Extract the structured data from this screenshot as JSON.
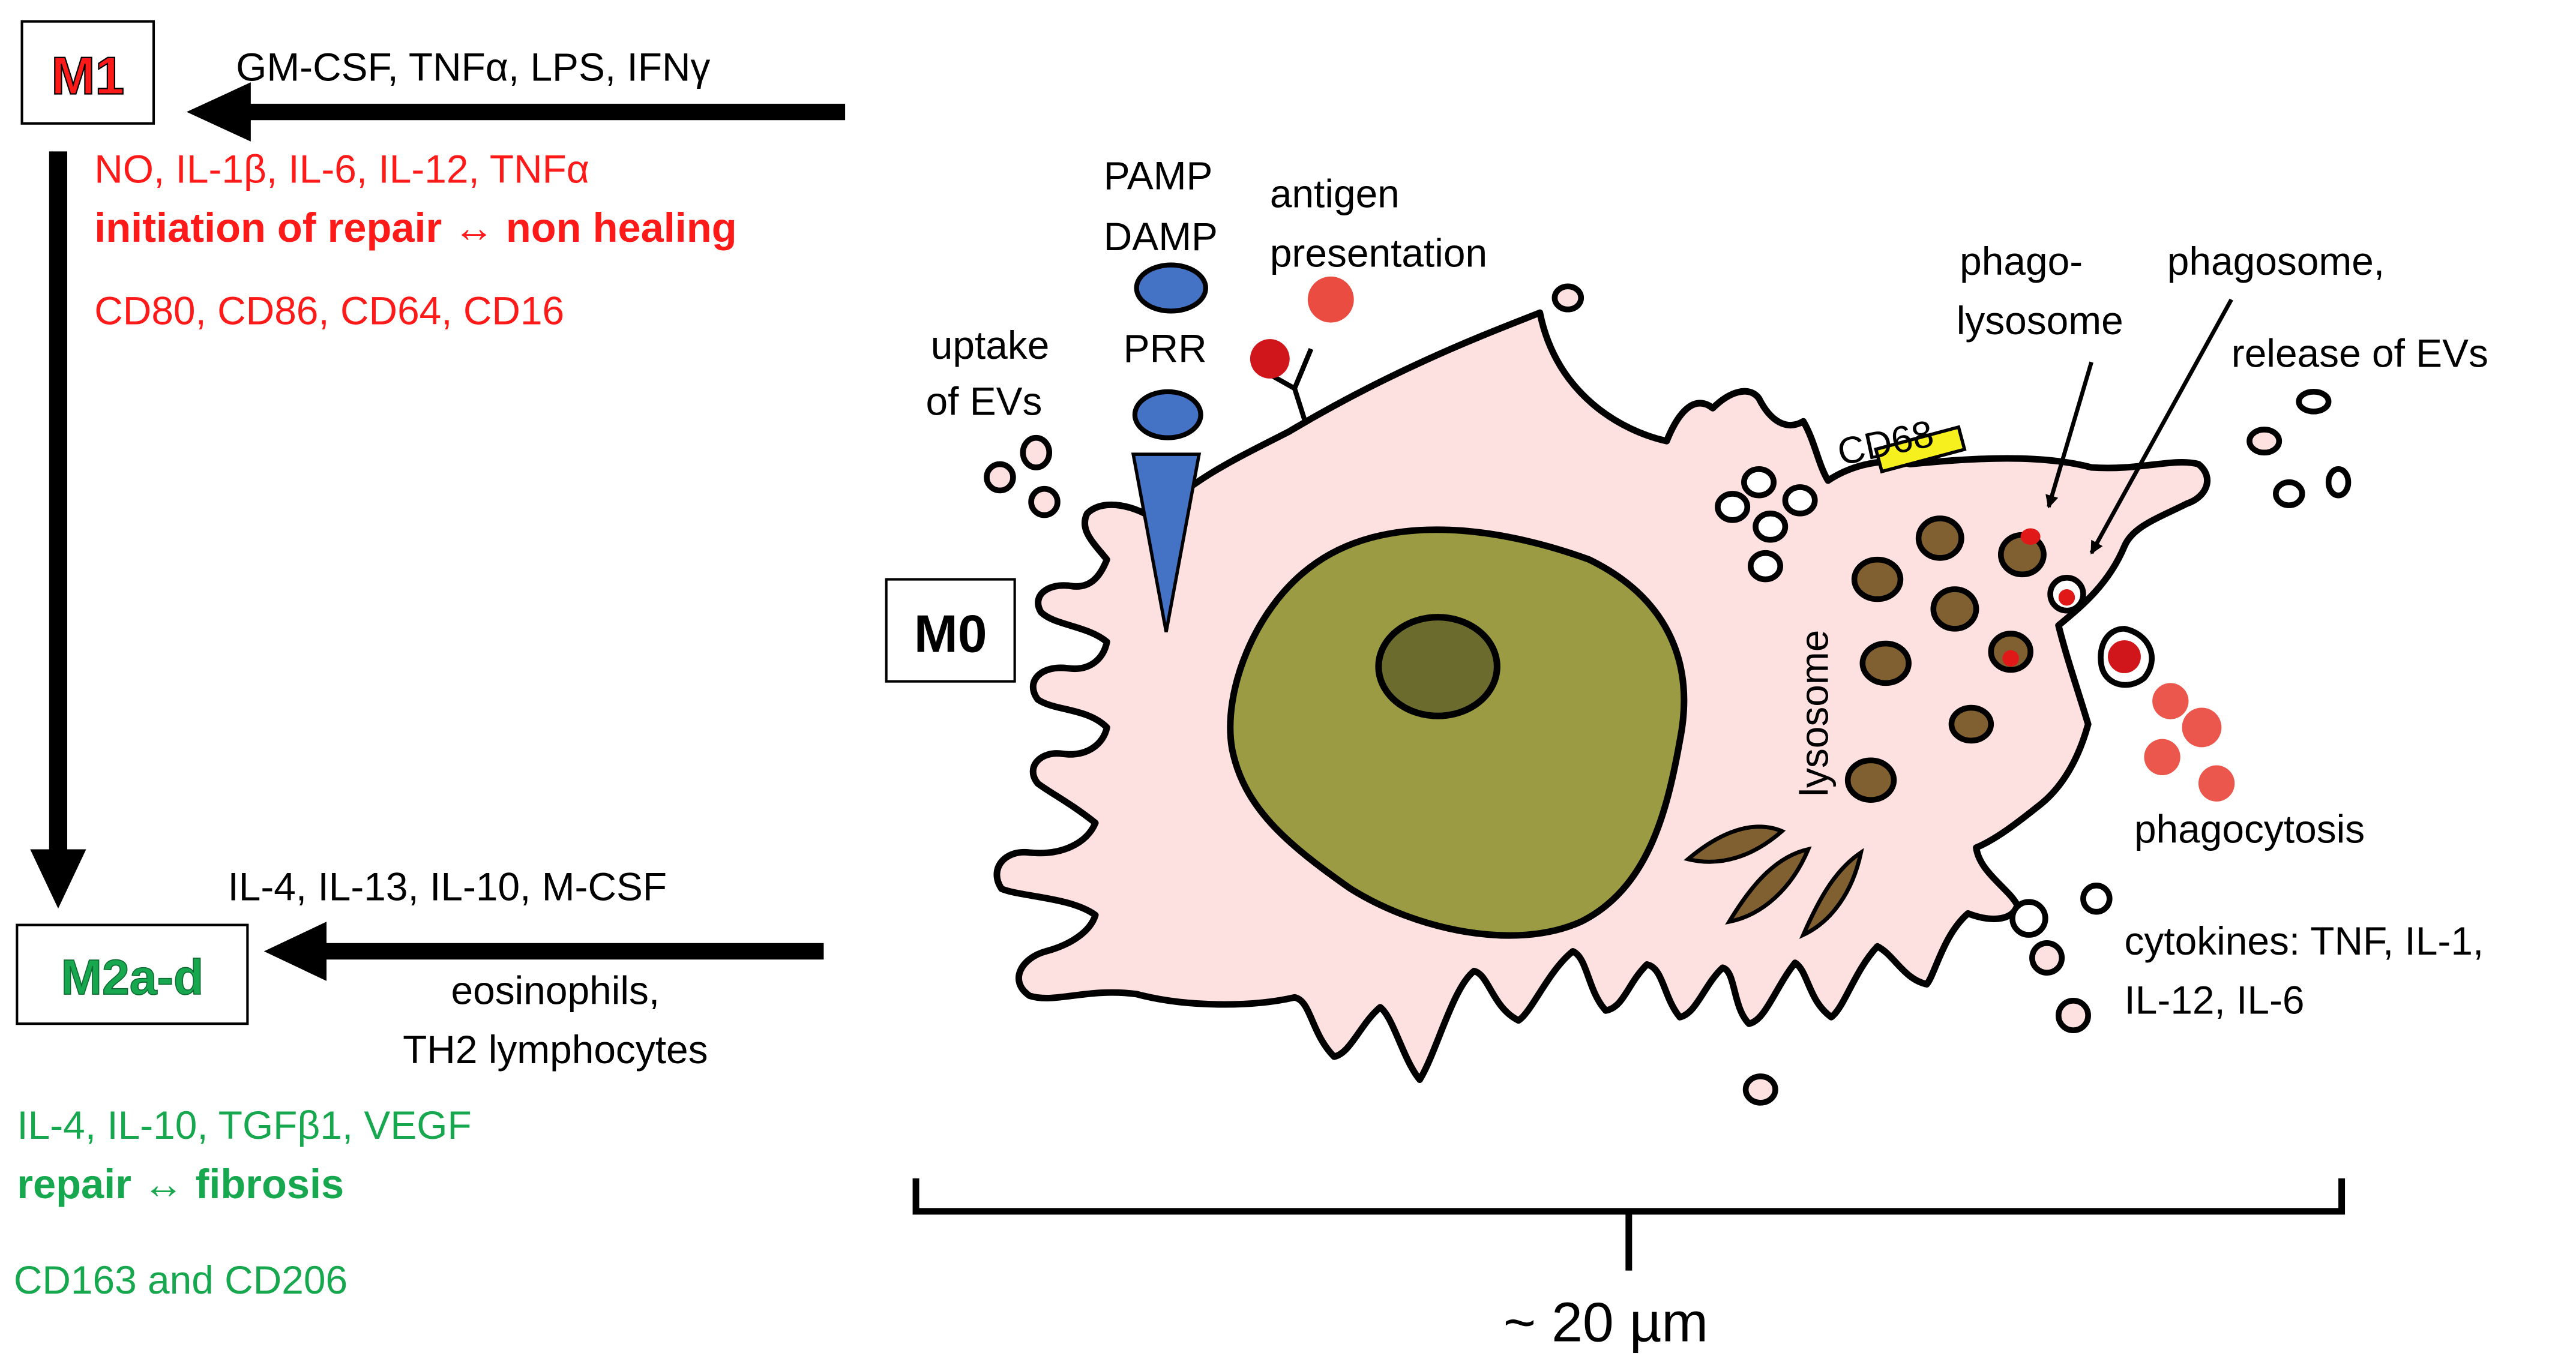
{
  "colors": {
    "m1_red": "#ff1a1a",
    "m2_green": "#17a84f",
    "cell_fill": "#fde0e0",
    "nucleus_fill": "#9b9b43",
    "nucleolus_fill": "#6b6b2e",
    "receptor_blue": "#4472c4",
    "lysosome_brown": "#806030",
    "particle_red": "#e8392e",
    "cd68_yellow": "#f5f01e",
    "outline": "#000000"
  },
  "m1": {
    "label": "M1",
    "stimuli": "GM-CSF, TNFα, LPS, IFNγ",
    "secreted": "NO, IL-1β, IL-6, IL-12, TNFα",
    "function": "initiation of repair ↔ non healing",
    "markers": "CD80, CD86, CD64, CD16"
  },
  "m2": {
    "label": "M2a-d",
    "stimuli": "IL-4, IL-13, IL-10, M-CSF",
    "sources_line1": "eosinophils,",
    "sources_line2": "TH2 lymphocytes",
    "secreted": "IL-4, IL-10, TGFβ1, VEGF",
    "function": "repair ↔ fibrosis",
    "markers": "CD163 and CD206"
  },
  "m0": {
    "label": "M0"
  },
  "cell_labels": {
    "pamp": "PAMP",
    "damp": "DAMP",
    "prr": "PRR",
    "antigen_line1": "antigen",
    "antigen_line2": "presentation",
    "uptake_line1": "uptake",
    "uptake_line2": "of EVs",
    "phagolysosome_line1": "phago-",
    "phagolysosome_line2": "lysosome",
    "phagosome": "phagosome,",
    "release": "release of EVs",
    "cd68": "CD68",
    "lysosome": "lysosome",
    "phagocytosis": "phagocytosis",
    "cytokines_line1": "cytokines: TNF, IL-1,",
    "cytokines_line2": "IL-12, IL-6"
  },
  "scale": {
    "label": "~ 20 µm"
  }
}
